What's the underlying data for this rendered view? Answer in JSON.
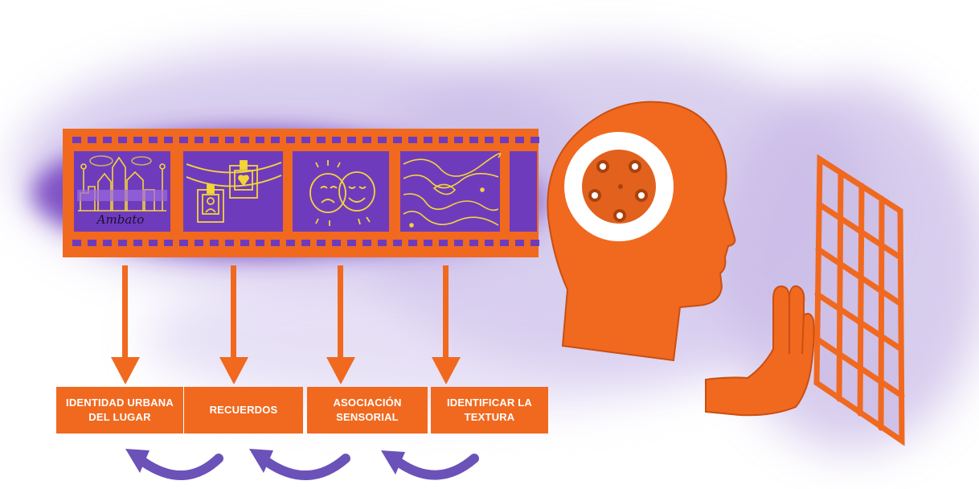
{
  "colors": {
    "orange": "#f0691f",
    "purple": "#6f3bbd",
    "lavender": "#b7a4dc",
    "yellow": "#f3d53a",
    "arrow_purple": "#6b52b8",
    "white": "#ffffff"
  },
  "film_frames": [
    {
      "icon": "city-skyline-icon",
      "signature": "Ambato"
    },
    {
      "icon": "hanging-photos-icon"
    },
    {
      "icon": "comedy-tragedy-masks-icon"
    },
    {
      "icon": "topographic-texture-icon"
    }
  ],
  "labels": [
    {
      "text": "IDENTIDAD URBANA\nDEL LUGAR"
    },
    {
      "text": "RECUERDOS"
    },
    {
      "text": "ASOCIACIÓN\nSENSORIAL"
    },
    {
      "text": "IDENTIFICAR LA\nTEXTURA"
    }
  ],
  "figures": {
    "head": "human-head-profile-icon",
    "brain_disc": "sensory-disc-icon",
    "hand": "raised-hand-icon",
    "window": "textured-grid-window-icon"
  }
}
